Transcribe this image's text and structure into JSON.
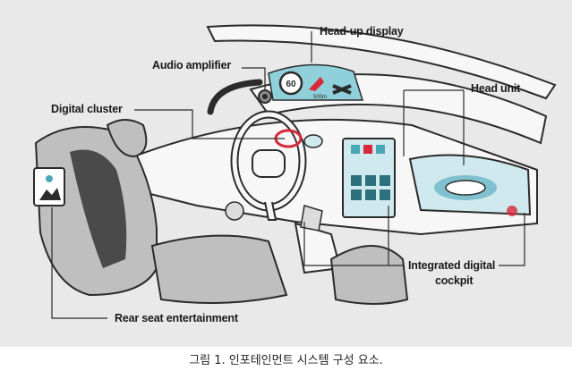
{
  "labels": {
    "hud": "Head-up display",
    "amplifier": "Audio amplifier",
    "head_unit": "Head unit",
    "cluster": "Digital cluster",
    "cockpit_line1": "Integrated digital",
    "cockpit_line2": "cockpit",
    "rear_seat": "Rear seat entertainment"
  },
  "hud_speed": "60",
  "hud_distance": "500m",
  "caption": "그림 1. 인포테인먼트 시스템 구성 요소.",
  "colors": {
    "background": "#e9e9e9",
    "interior_fill": "#f7f7f7",
    "outline": "#2b2b2b",
    "seat_dark": "#4a4a4a",
    "seat_mid": "#bfbfbf",
    "screen_teal": "#4aa7b8",
    "screen_light": "#cfe9ef",
    "accent_red": "#d8283a"
  }
}
